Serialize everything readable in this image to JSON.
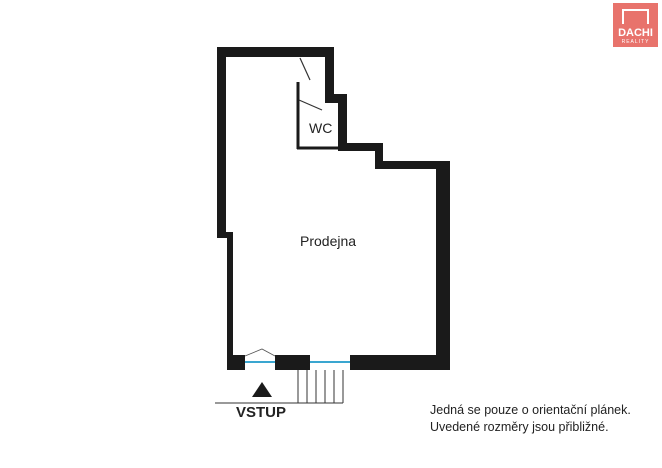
{
  "rooms": {
    "main": "Prodejna",
    "wc": "WC"
  },
  "entrance_label": "VSTUP",
  "note": [
    "Jedná se pouze o orientační plánek.",
    "Uvedené rozměry jsou přibližné."
  ],
  "logo": {
    "name": "DACHI",
    "sub": "REALITY",
    "color": "#e8736c"
  },
  "colors": {
    "wall": "#1a1a1a",
    "window": "#3aa6d0"
  }
}
